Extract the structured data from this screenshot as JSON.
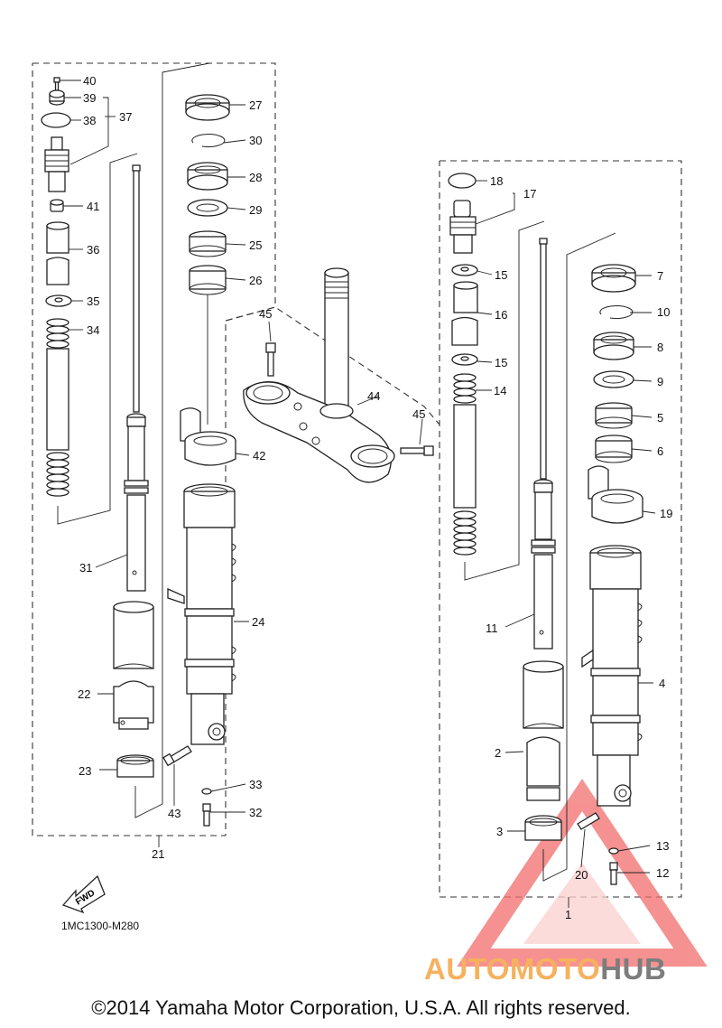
{
  "diagram": {
    "code": "1MC1300-M280",
    "direction_label": "FWD",
    "copyright": "©2014 Yamaha Motor Corporation, U.S.A. All rights reserved.",
    "callouts": [
      "1",
      "2",
      "3",
      "4",
      "5",
      "6",
      "7",
      "8",
      "9",
      "10",
      "11",
      "12",
      "13",
      "14",
      "15",
      "15",
      "16",
      "17",
      "18",
      "19",
      "20",
      "21",
      "22",
      "23",
      "24",
      "25",
      "26",
      "27",
      "28",
      "29",
      "30",
      "31",
      "32",
      "33",
      "34",
      "35",
      "36",
      "37",
      "38",
      "39",
      "40",
      "41",
      "42",
      "43",
      "44",
      "45",
      "45"
    ]
  },
  "watermark": {
    "part1": "AUTOMOTO",
    "part2": "HUB",
    "colors": {
      "triangle": "#f26d6d",
      "text_orange": "#f7b15e",
      "text_gray": "#7d7d7d"
    }
  }
}
